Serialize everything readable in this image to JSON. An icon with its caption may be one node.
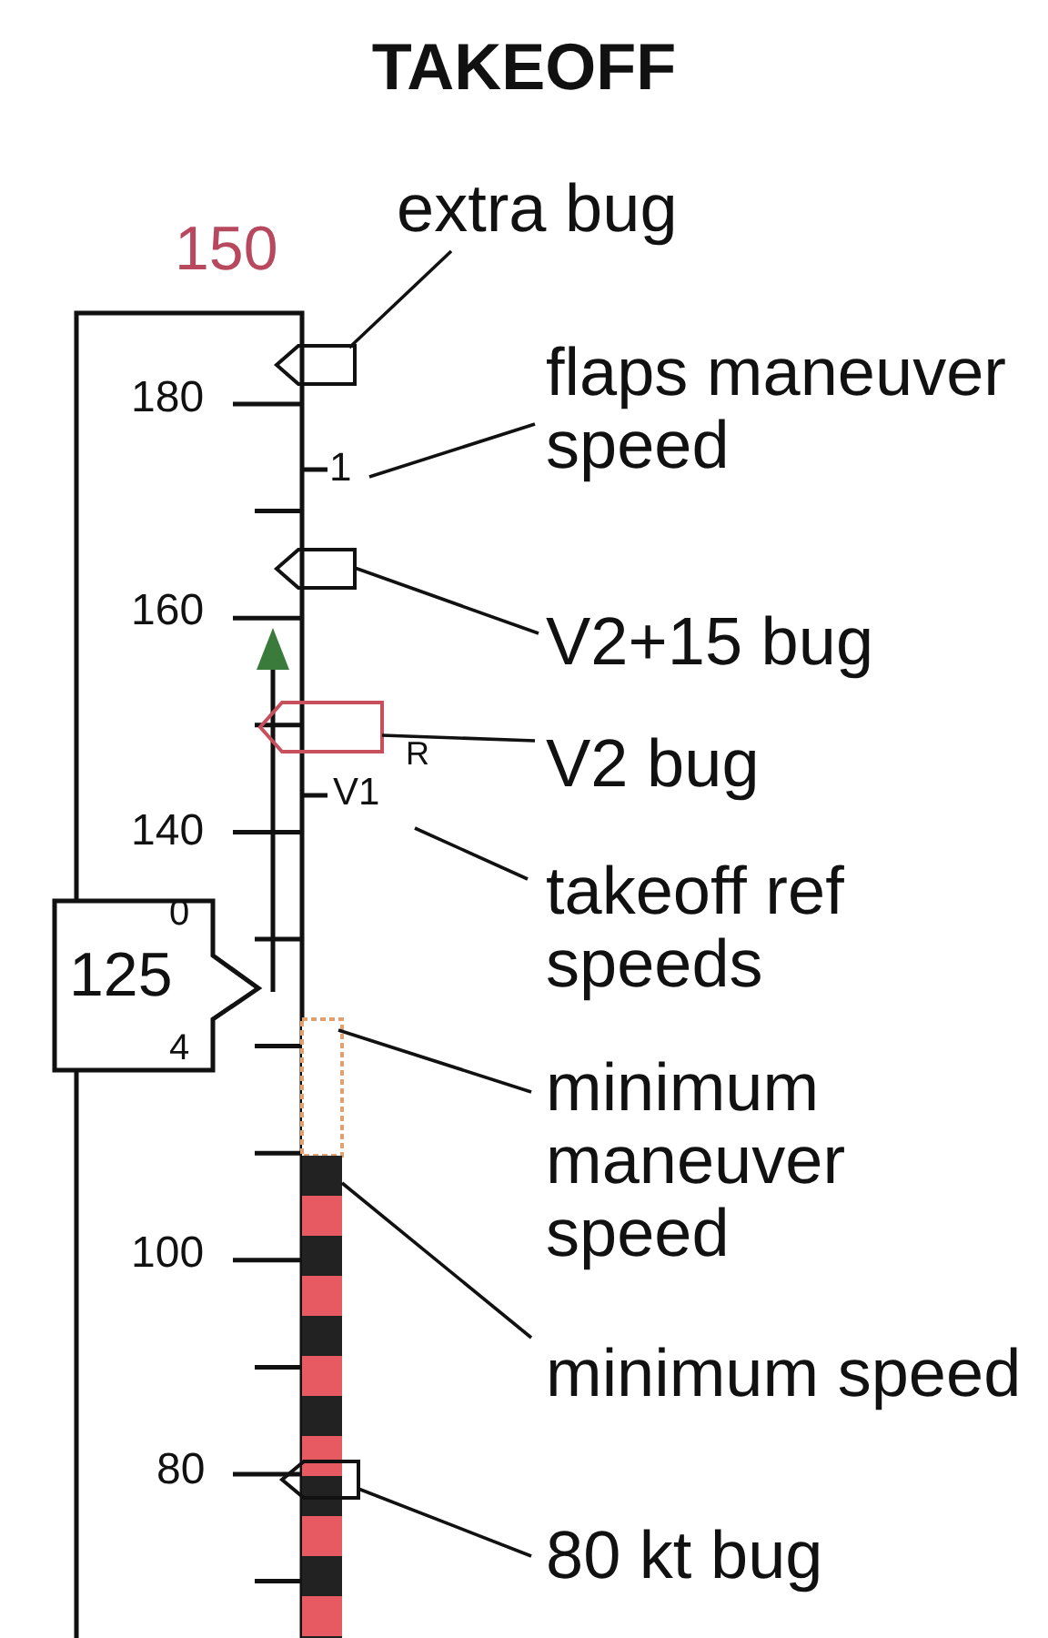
{
  "diagram": {
    "title": "TAKEOFF",
    "nodes": [
      {
        "text": [
          "extra bug"
        ]
      },
      {
        "text": [],
        "shape": "box"
      },
      {
        "text": [
          "flaps maneuver speed"
        ]
      },
      {
        "text": [
          "1"
        ]
      },
      {
        "text": [
          "V2+15 bug"
        ]
      },
      {
        "text": [],
        "shape": "box"
      },
      {
        "text": [
          "V2 bug"
        ]
      },
      {
        "text": [],
        "shape": "box"
      },
      {
        "text": [
          "takeoff ref speeds"
        ]
      },
      {
        "text": [
          "V1",
          "R"
        ]
      },
      {
        "text": [
          "minimum maneuver speed"
        ]
      },
      {
        "text": [],
        "shape": "bar"
      },
      {
        "text": [
          "minimum speed"
        ]
      },
      {
        "text": [],
        "shape": "bar"
      },
      {
        "text": [
          "80 kt bug"
        ]
      },
      {
        "text": [],
        "shape": "box"
      }
    ],
    "edges": [
      {
        "from": 0,
        "to": 1,
        "arrow": "none"
      },
      {
        "from": 2,
        "to": 3,
        "arrow": "none"
      },
      {
        "from": 4,
        "to": 5,
        "arrow": "none"
      },
      {
        "from": 6,
        "to": 7,
        "arrow": "none"
      },
      {
        "from": 8,
        "to": 9,
        "arrow": "none"
      },
      {
        "from": 10,
        "to": 11,
        "arrow": "none"
      },
      {
        "from": 12,
        "to": 13,
        "arrow": "none"
      },
      {
        "from": 14,
        "to": 15,
        "arrow": "none"
      }
    ],
    "labels": [
      "150",
      "180",
      "160",
      "140",
      "125",
      "0",
      "4",
      "100",
      "80"
    ]
  }
}
